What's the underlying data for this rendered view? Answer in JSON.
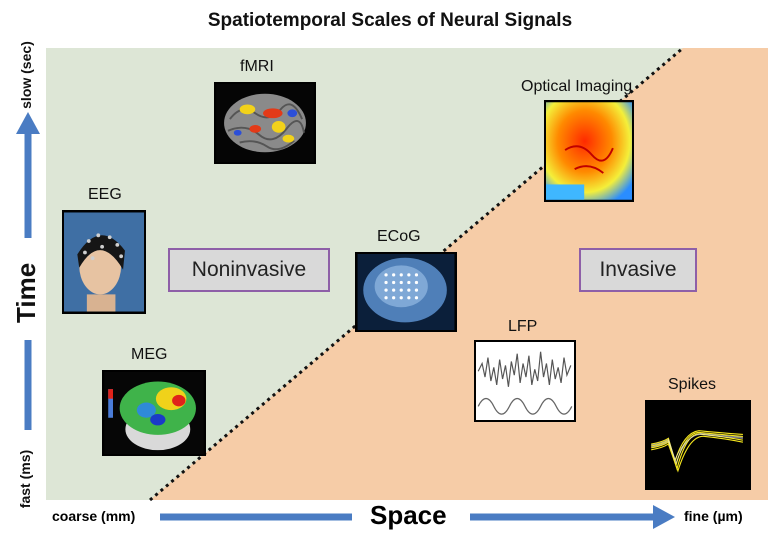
{
  "title": "Spatiotemporal Scales of Neural Signals",
  "axes": {
    "y_label": "Time",
    "y_top": "slow (sec)",
    "y_bottom": "fast (ms)",
    "x_label": "Space",
    "x_left": "coarse (mm)",
    "x_right": "fine (µm)"
  },
  "regions": {
    "noninvasive": "Noninvasive",
    "invasive": "Invasive"
  },
  "techniques": {
    "fmri": "fMRI",
    "optical": "Optical Imaging",
    "eeg": "EEG",
    "ecog": "ECoG",
    "lfp": "LFP",
    "meg": "MEG",
    "spikes": "Spikes"
  },
  "colors": {
    "noninvasive_bg": "#dde6d6",
    "invasive_bg": "#f6cca7",
    "arrow": "#4a7cc3",
    "box_border": "#8e5fa8"
  }
}
